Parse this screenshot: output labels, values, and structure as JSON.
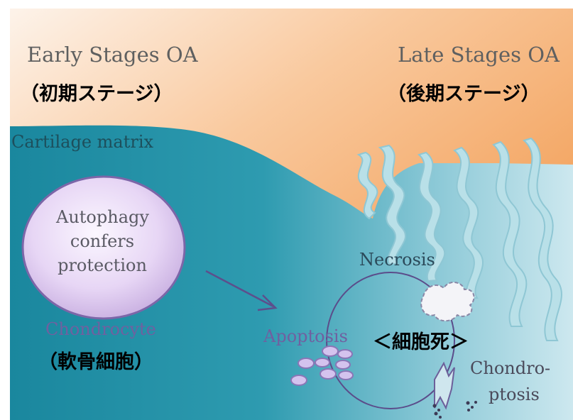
{
  "early_stage": {
    "title": "Early Stages OA",
    "ja": "（初期ステージ）"
  },
  "late_stage": {
    "title": "Late Stages OA",
    "ja": "（後期ステージ）"
  },
  "matrix_label": "Cartilage matrix",
  "autophagy": {
    "line1": "Autophagy",
    "line2": "confers",
    "line3": "protection"
  },
  "chondrocyte": {
    "label": "Chondrocyte",
    "ja": "（軟骨細胞）"
  },
  "cell_death": {
    "necrosis": "Necrosis",
    "apoptosis": "Apoptosis",
    "ja": "＜細胞死＞",
    "chondroptosis_line1": "Chondro-",
    "chondroptosis_line2": "ptosis"
  },
  "colors": {
    "orange": "#f0913a",
    "teal": "#1f8ea4",
    "light_teal": "#a6d6e0",
    "circle_fill": "#ddc8ef",
    "circle_stroke": "#7c66a8",
    "label_gray": "#5f6060",
    "label_purple": "#7060a0"
  }
}
